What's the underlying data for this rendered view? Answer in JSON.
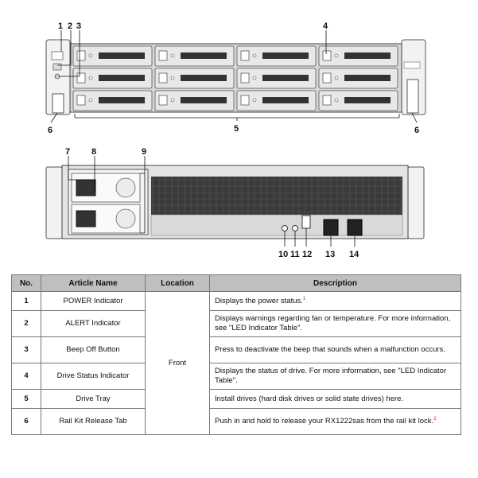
{
  "front_callouts": {
    "n1": "1",
    "n2": "2",
    "n3": "3",
    "n4": "4",
    "n5": "5",
    "n6_left": "6",
    "n6_right": "6"
  },
  "rear_callouts": {
    "n7": "7",
    "n8": "8",
    "n9": "9",
    "n10": "10",
    "n11": "11",
    "n12": "12",
    "n13": "13",
    "n14": "14"
  },
  "table": {
    "headers": [
      "No.",
      "Article Name",
      "Location",
      "Description"
    ],
    "location_front": "Front",
    "rows": [
      {
        "no": "1",
        "name": "POWER Indicator",
        "desc": "Displays the power status.",
        "fn": "1"
      },
      {
        "no": "2",
        "name": "ALERT Indicator",
        "desc": "Displays warnings regarding fan or temperature. For more information, see \"LED Indicator Table\".",
        "fn": ""
      },
      {
        "no": "3",
        "name": "Beep Off Button",
        "desc": "Press to deactivate the beep that sounds when a malfunction occurs.",
        "fn": ""
      },
      {
        "no": "4",
        "name": "Drive Status Indicator",
        "desc": "Displays the status of drive. For more information, see \"LED Indicator Table\".",
        "fn": ""
      },
      {
        "no": "5",
        "name": "Drive Tray",
        "desc": "Install drives (hard disk drives or solid state drives) here.",
        "fn": ""
      },
      {
        "no": "6",
        "name": "Rail Kit Release Tab",
        "desc": "Push in and hold to release your RX1222sas from the rail kit lock.",
        "fn": "2"
      }
    ]
  },
  "colors": {
    "header_bg": "#bfbfbf",
    "footnote_red": "#dd2222",
    "tray_grey": "#e8e8e8"
  }
}
